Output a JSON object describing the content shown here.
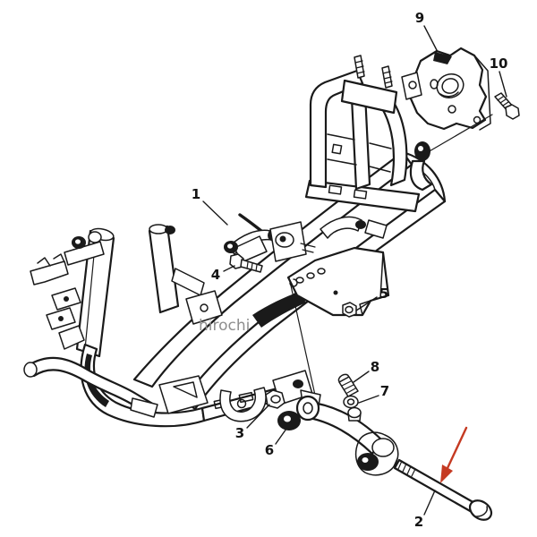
{
  "diagram": {
    "type": "exploded-parts-line-diagram",
    "watermark": "hirochi",
    "callouts": [
      {
        "label": "1"
      },
      {
        "label": "2"
      },
      {
        "label": "3"
      },
      {
        "label": "4"
      },
      {
        "label": "5"
      },
      {
        "label": "6"
      },
      {
        "label": "7"
      },
      {
        "label": "8"
      },
      {
        "label": "9"
      },
      {
        "label": "10"
      }
    ],
    "highlight": {
      "shape": "red-arrow",
      "target_label": "2"
    },
    "colors": {
      "line": "#1a1a1a",
      "watermark": "#8e8e8e",
      "arrow_red": "#c53a22",
      "paper": "#ffffff"
    }
  }
}
